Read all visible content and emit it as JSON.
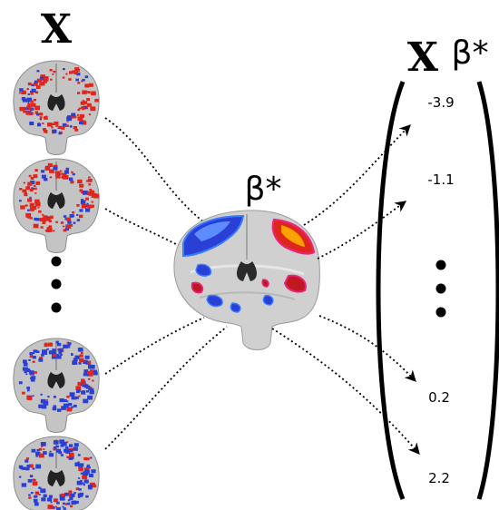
{
  "labels": {
    "x_matrix": "X",
    "beta": "β*",
    "product_x": "X",
    "product_beta": "β*"
  },
  "output_values": [
    "-3.9",
    "-1.1",
    "0.2",
    "2.2"
  ],
  "colors": {
    "positive": "#e0261c",
    "negative": "#2a3fd6",
    "positive_outline": "#e8257a",
    "negative_outline": "#3a7cff",
    "brain_gray": "#bdbdbd",
    "ink": "#000000"
  },
  "icons": {
    "vertical_ellipsis_left": "vertical-ellipsis-icon",
    "vertical_ellipsis_right": "vertical-ellipsis-icon",
    "brain": "brain-coronal-slice-icon"
  }
}
